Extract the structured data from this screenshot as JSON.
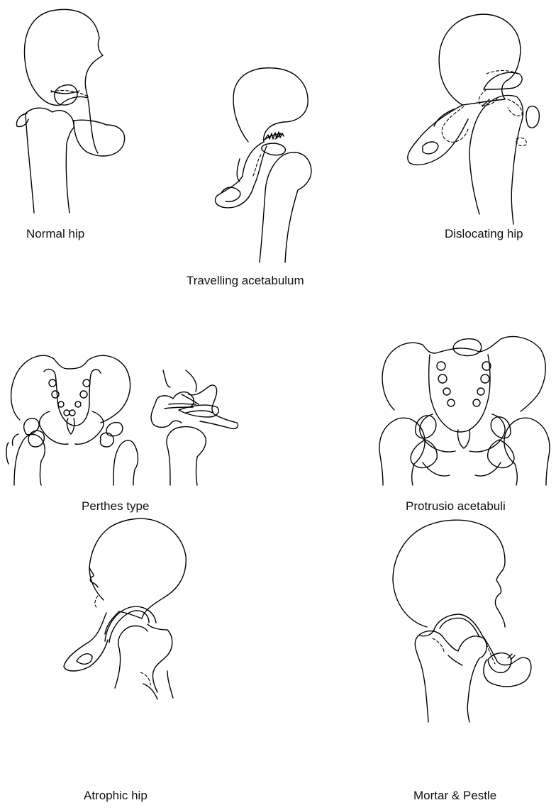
{
  "labels": {
    "normal": "Normal hip",
    "travelling": "Travelling acetabulum",
    "dislocating": "Dislocating hip",
    "perthes": "Perthes type",
    "protrusio": "Protrusio acetabuli",
    "atrophic": "Atrophic hip",
    "mortar": "Mortar & Pestle"
  },
  "colors": {
    "line": "#000000",
    "text": "#111111",
    "background": "#ffffff"
  }
}
